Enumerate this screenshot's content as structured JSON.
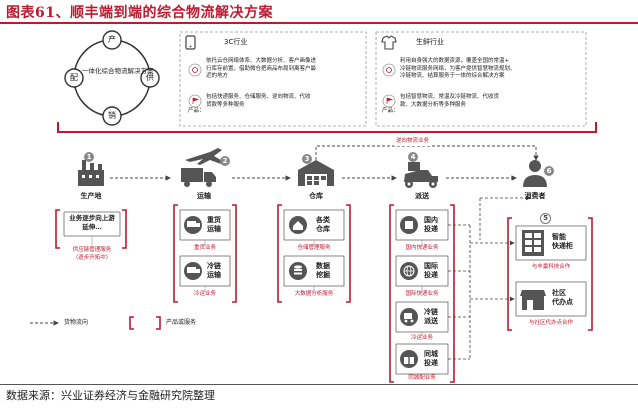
{
  "title": "图表61、顺丰端到端的综合物流解决方案",
  "footer": "数据来源：兴业证券经济与金融研究院整理",
  "cycle": {
    "center": "一体化综合物流解决方案",
    "nodes": [
      "产",
      "供",
      "销",
      "配"
    ]
  },
  "industry_3c": {
    "name": "3C行业",
    "desc": [
      "依托云仓网络体系、大数据分析、客户画像进",
      "行库存前置，借助微仓把商品布局到离客户最",
      "近的地方"
    ],
    "product_label": "产品：",
    "products": [
      "包括快递服务、仓储服务、逆向物流、代收",
      "货款等多种服务"
    ]
  },
  "industry_fresh": {
    "name": "生鲜行业",
    "desc": [
      "利用自身强大的数据资源，覆盖全国的常温+",
      "冷链物流服务网络，为客户提供智慧物流规划、",
      "冷链物流、结算服务于一体的综合解决方案"
    ],
    "product_label": "产品：",
    "products": [
      "包括智慧物流、常温及冷链物流、代收货",
      "款、大数据分析等多种服务"
    ]
  },
  "reverse_logistics": "逆向物流业务",
  "stages": [
    {
      "num": "1",
      "name": "生产地"
    },
    {
      "num": "2",
      "name": "运输"
    },
    {
      "num": "3",
      "name": "仓库"
    },
    {
      "num": "4",
      "name": "派送"
    },
    {
      "num": "6",
      "name": "消费者"
    }
  ],
  "production": {
    "box": [
      "业务逐步向上游",
      "延伸…"
    ],
    "service": [
      "供应链管理服务",
      "（逐步开拓中）"
    ]
  },
  "transport": [
    {
      "label": [
        "重货",
        "运输"
      ],
      "service": "重货业务"
    },
    {
      "label": [
        "冷链",
        "运输"
      ],
      "service": "冷运业务"
    }
  ],
  "warehouse": [
    {
      "label": [
        "各类",
        "仓库"
      ],
      "service": "仓储管理服务"
    },
    {
      "label": [
        "数据",
        "挖掘"
      ],
      "service": "大数据分析服务"
    }
  ],
  "delivery": [
    {
      "label": [
        "国内",
        "投递"
      ],
      "service": "国内快递业务"
    },
    {
      "label": [
        "国际",
        "投递"
      ],
      "service": "国际快递业务"
    },
    {
      "label": [
        "冷链",
        "派送"
      ],
      "service": "冷运业务"
    },
    {
      "label": [
        "同城",
        "投递"
      ],
      "service": "同城配业务"
    }
  ],
  "consumer": {
    "num": "5",
    "items": [
      {
        "label": [
          "智能",
          "快递柜"
        ],
        "service": "与丰巢科技合作"
      },
      {
        "label": [
          "社区",
          "代办点"
        ],
        "service": "与社区代办点合作"
      }
    ]
  },
  "legend": {
    "flow": "货物流向",
    "products": "产品或服务"
  },
  "colors": {
    "accent": "#c0192f",
    "line": "#444444",
    "icon": "#555555"
  }
}
